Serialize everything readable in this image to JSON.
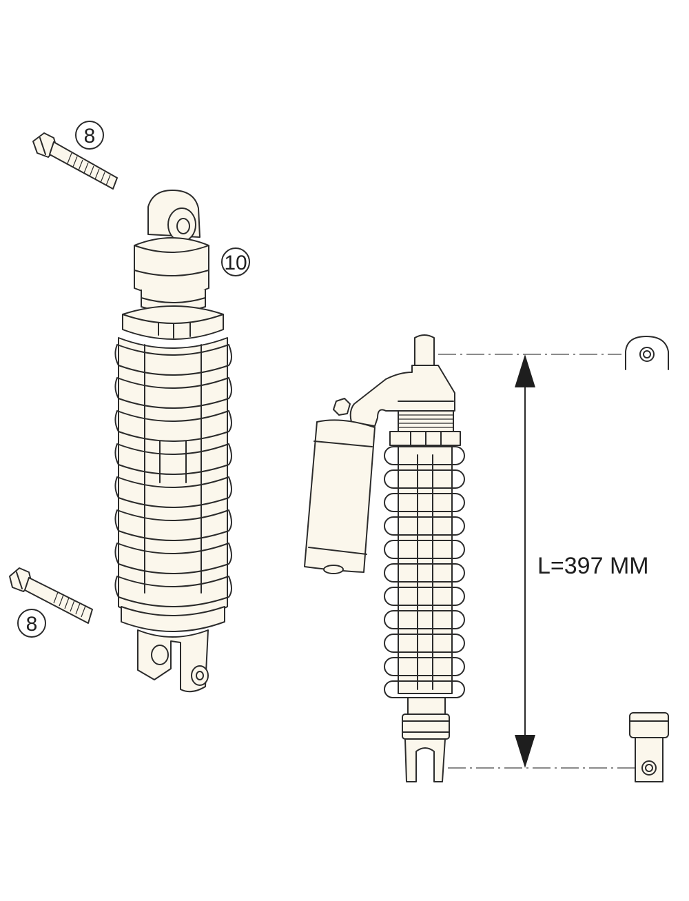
{
  "colors": {
    "line": "#2b2b2b",
    "part_fill": "#fbf7ec",
    "background": "#ffffff"
  },
  "callouts": [
    {
      "id": "bolt-top",
      "label": "8"
    },
    {
      "id": "shock",
      "label": "10"
    },
    {
      "id": "bolt-bottom",
      "label": "8"
    }
  ],
  "dimension": {
    "label": "L=397 MM"
  }
}
